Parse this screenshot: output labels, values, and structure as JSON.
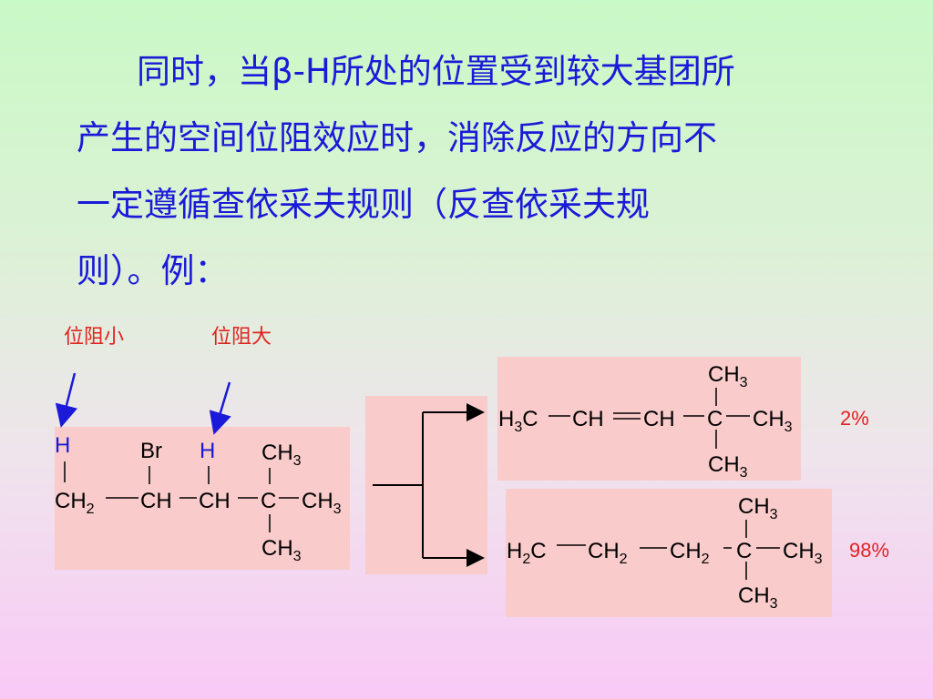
{
  "text": {
    "line1": "同时，当β-H所处的位置受到较大基团所",
    "line2": "产生的空间位阻效应时，消除反应的方向不",
    "line3": "一定遵循查依采夫规则（反查依采夫规",
    "line4": "则）。例："
  },
  "labels": {
    "low_hindrance": "位阻小",
    "high_hindrance": "位阻大"
  },
  "products": {
    "minor_percent": "2%",
    "major_percent": "98%"
  },
  "colors": {
    "text_blue": "#1a1ad8",
    "label_red": "#e0231f",
    "box_pink": "#f9cbcb"
  }
}
